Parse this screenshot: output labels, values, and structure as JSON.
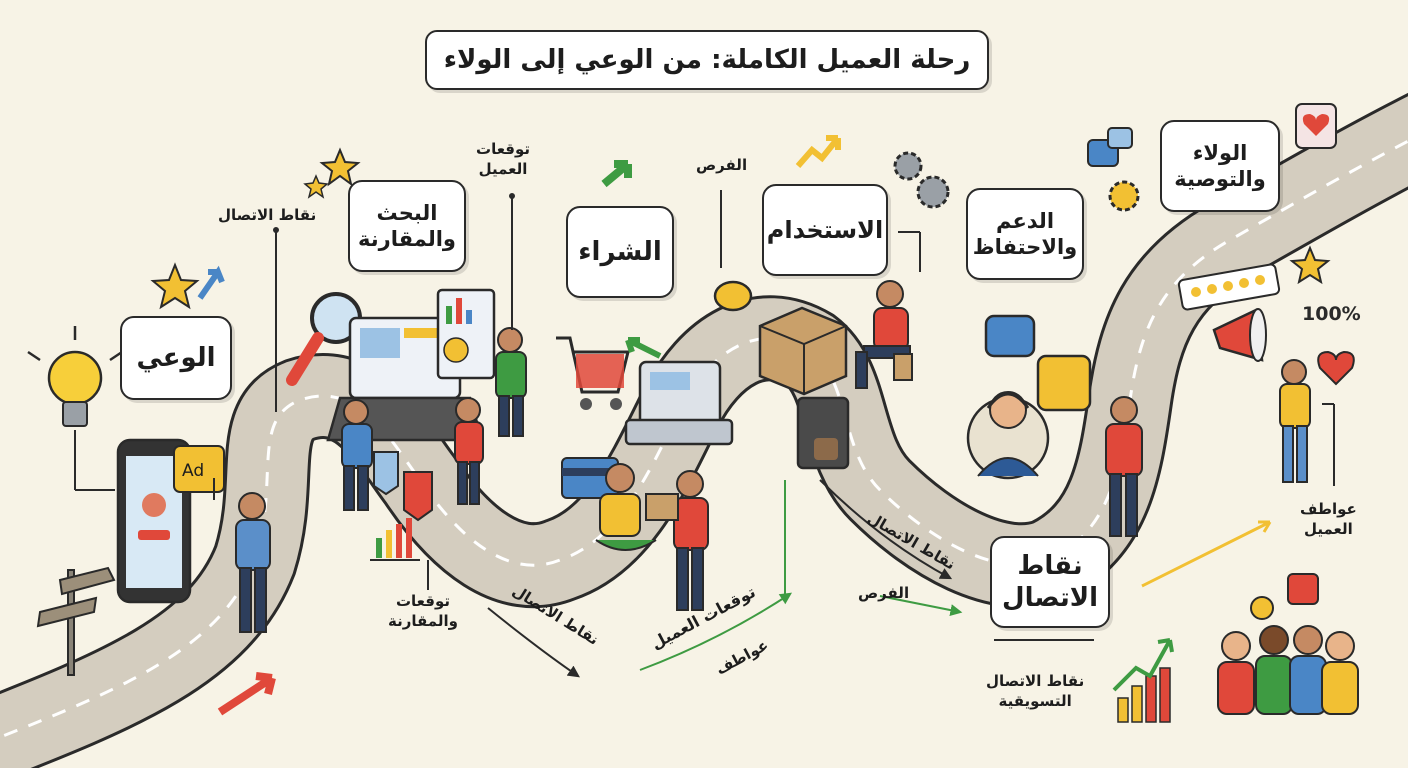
{
  "title": "رحلة العميل الكاملة: من الوعي إلى الولاء",
  "stages": {
    "awareness": "الوعي",
    "research": "البحث\nوالمقارنة",
    "purchase": "الشراء",
    "usage": "الاستخدام",
    "support": "الدعم\nوالاحتفاظ",
    "loyalty": "الولاء\nوالتوصية",
    "touchpoints": "نقاط\nالاتصال"
  },
  "labels": {
    "touchpoints_top": "نقاط الاتصال",
    "expectations_top": "توقعات\nالعميل",
    "opportunities_top": "الفرص",
    "expectations_comparison": "توقعات\nوالمقارنة",
    "touchpoints_mid": "نقاط الاتصال",
    "customer_expectations_mid": "توقعات العميل",
    "emotions_mid": "عواطف",
    "touchpoints_right": "نقاط الاتصال",
    "opportunities_right": "الفرص",
    "customer_emotions": "عواطف\nالعميل",
    "marketing_touchpoints": "نقاط الاتصال\nالتسويقية",
    "ad_tag": "Ad",
    "percent": "100%"
  },
  "colors": {
    "road": "#d4cdbf",
    "road_edge": "#2a2a2a",
    "bubble_border": "#2a2a2a",
    "accent_green": "#3e9b42",
    "accent_red": "#e0483a",
    "accent_yellow": "#f2c033",
    "accent_blue": "#4a86c6"
  }
}
